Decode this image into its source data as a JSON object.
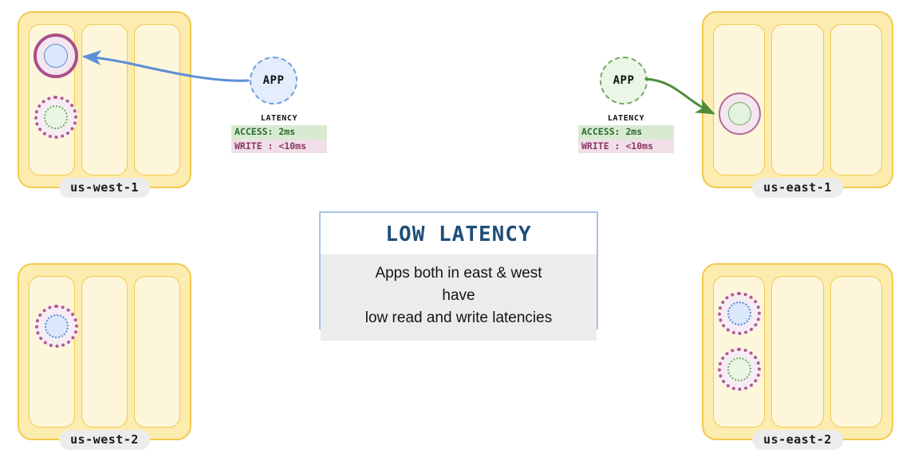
{
  "diagram": {
    "title_hidden": "",
    "colors": {
      "panel_fill": "#fdecb0",
      "panel_border": "#f2c94c",
      "rack_fill": "#fdf6da",
      "badge_bg": "#ececec",
      "app_blue_fill": "#e4edfb",
      "app_blue_border": "#6f9fdd",
      "app_green_fill": "#eaf6e6",
      "app_green_border": "#74ac63",
      "replica_ring": "#a9508a",
      "replica_ring_fill": "#f3e6ef",
      "inner_blue": "#dce8fb",
      "inner_green": "#e3f3e0",
      "arrow_blue": "#5b8fd6",
      "arrow_green": "#4f8b3b",
      "callout_border": "#a8c4e2",
      "callout_title": "#1f4e79",
      "callout_body_bg": "#ececec",
      "latency_access_bg": "#d8ebd2",
      "latency_access_fg": "#2c6b2b",
      "latency_write_bg": "#f0dfe7",
      "latency_write_fg": "#8d3464"
    }
  },
  "regions": {
    "us_west_1": {
      "label": "us-west-1"
    },
    "us_east_1": {
      "label": "us-east-1"
    },
    "us_west_2": {
      "label": "us-west-2"
    },
    "us_east_2": {
      "label": "us-east-2"
    }
  },
  "apps": {
    "west": {
      "label": "APP"
    },
    "east": {
      "label": "APP"
    }
  },
  "latency_west": {
    "title": "LATENCY",
    "access": "ACCESS: 2ms",
    "write": "WRITE : <10ms"
  },
  "latency_east": {
    "title": "LATENCY",
    "access": "ACCESS: 2ms",
    "write": "WRITE : <10ms"
  },
  "callout": {
    "title": "LOW LATENCY",
    "line1": "Apps both in east & west",
    "line2": "have",
    "line3": "low read and write latencies"
  }
}
